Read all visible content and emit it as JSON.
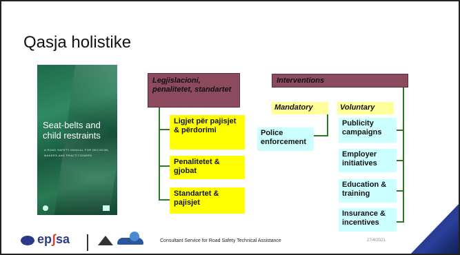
{
  "slide": {
    "title": "Qasja holistike"
  },
  "book_cover": {
    "title": "Seat-belts and child restraints",
    "subtitle": "A ROAD SAFETY MANUAL FOR DECISION-MAKERS AND PRACTITIONERS"
  },
  "left_tree": {
    "root": "Legjislacioni, penalitetet, standartet",
    "items": [
      "Ligjet për pajisjet & përdorimi",
      "Penalitetet & gjobat",
      "Standartet & pajisjet"
    ]
  },
  "right_tree": {
    "root": "Interventions",
    "mandatory": "Mandatory",
    "voluntary": "Voluntary",
    "mandatory_items": [
      "Police enforcement"
    ],
    "voluntary_items": [
      "Publicity campaigns",
      "Employer initiatives",
      "Education & training",
      "Insurance & incentives"
    ]
  },
  "footer": {
    "logo_text_a": "ep",
    "logo_text_b": "sa",
    "logo_accent": "ʃ",
    "text": "Consultant Service for Road Safety Technical Assistance",
    "date": "27/4/2021"
  },
  "colors": {
    "header_box": "#8b4a5e",
    "yellow": "#ffff00",
    "cyan": "#ccffff",
    "line": "#2a7a2a"
  }
}
